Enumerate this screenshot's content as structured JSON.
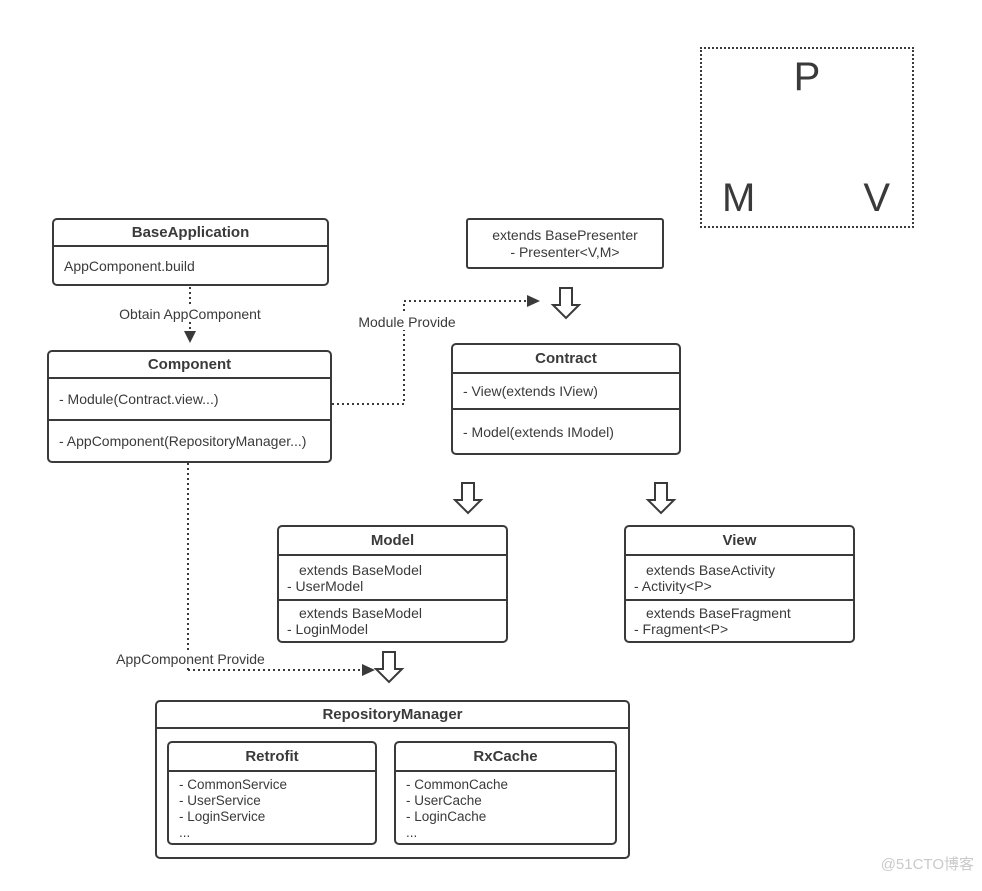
{
  "colors": {
    "line": "#3a3a3a",
    "background": "#ffffff",
    "watermark": "#c9c9c9"
  },
  "pmv": {
    "presenter": "P",
    "model": "M",
    "view": "V"
  },
  "labels": {
    "obtain_appcomponent": "Obtain AppComponent",
    "module_provide": "Module Provide",
    "appcomponent_provide": "AppComponent Provide"
  },
  "boxes": {
    "base_application": {
      "title": "BaseApplication",
      "row1": "AppComponent.build"
    },
    "component": {
      "title": "Component",
      "row1": "- Module(Contract.view...)",
      "row2": "- AppComponent(RepositoryManager...)"
    },
    "presenter": {
      "line1": "extends BasePresenter",
      "line2": "- Presenter<V,M>"
    },
    "contract": {
      "title": "Contract",
      "row1": "- View(extends IView)",
      "row2": "- Model(extends IModel)"
    },
    "model": {
      "title": "Model",
      "row1_line1": "extends BaseModel",
      "row1_line2": "- UserModel",
      "row2_line1": "extends BaseModel",
      "row2_line2": "- LoginModel"
    },
    "view": {
      "title": "View",
      "row1_line1": "extends BaseActivity",
      "row1_line2": "- Activity<P>",
      "row2_line1": "extends  BaseFragment",
      "row2_line2": "- Fragment<P>"
    },
    "repository_manager": {
      "title": "RepositoryManager"
    },
    "retrofit": {
      "title": "Retrofit",
      "items": [
        "- CommonService",
        "- UserService",
        "- LoginService",
        "..."
      ]
    },
    "rxcache": {
      "title": "RxCache",
      "items": [
        "- CommonCache",
        "- UserCache",
        "- LoginCache",
        "..."
      ]
    }
  },
  "watermark": "@51CTO博客"
}
